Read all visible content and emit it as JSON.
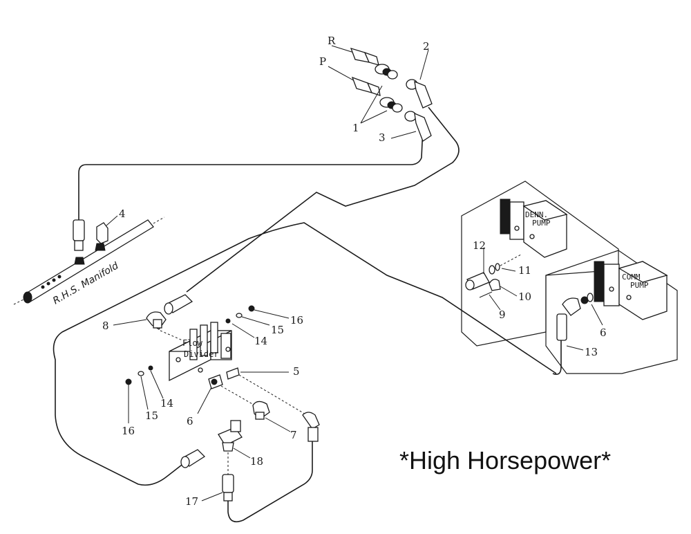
{
  "title": "*High Horsepower*",
  "port_labels": {
    "return": "R",
    "pressure": "P"
  },
  "component_labels": {
    "manifold": "R.H.S. Manifold",
    "flow_divider_line1": "Flow",
    "flow_divider_line2": "Divider",
    "denn_pump_line1": "DENN.",
    "denn_pump_line2": "PUMP",
    "comm_pump_line1": "COMM",
    "comm_pump_line2": "PUMP"
  },
  "callouts": {
    "n1": "1",
    "n2": "2",
    "n3": "3",
    "n4": "4",
    "n5": "5",
    "n6a": "6",
    "n6b": "6",
    "n7": "7",
    "n8": "8",
    "n9": "9",
    "n10": "10",
    "n11": "11",
    "n12": "12",
    "n13": "13",
    "n14a": "14",
    "n14b": "14",
    "n15a": "15",
    "n15b": "15",
    "n16a": "16",
    "n16b": "16",
    "n17": "17",
    "n18": "18"
  }
}
